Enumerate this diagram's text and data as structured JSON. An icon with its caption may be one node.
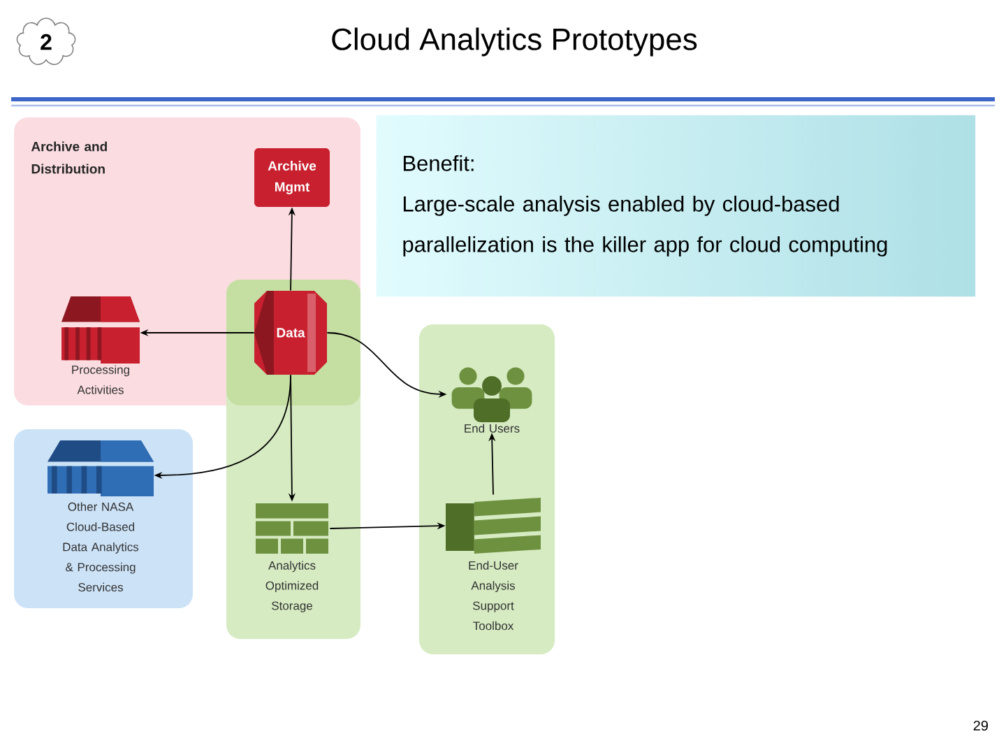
{
  "diagram": {
    "title": "Cloud Analytics Prototypes",
    "nodes": [
      {
        "text": [
          "2"
        ]
      },
      {
        "text": [
          "Archive and Distribution"
        ]
      },
      {
        "text": [
          "Archive Mgmt"
        ],
        "in": 1
      },
      {
        "text": [
          "Benefit:",
          "Large-scale analysis enabled by cloud-based parallelization is the killer app for cloud computing"
        ]
      },
      {
        "text": [],
        "shape": "box"
      },
      {
        "text": [
          "Data"
        ]
      },
      {
        "text": [
          "Processing Activities"
        ],
        "in": 1
      },
      {
        "text": [],
        "shape": "box"
      },
      {
        "text": [
          "Other NASA Cloud-Based Data Analytics & Processing Services"
        ],
        "in": 7
      },
      {
        "text": [
          "Analytics Optimized Storage"
        ],
        "in": 4
      },
      {
        "text": [],
        "shape": "box"
      },
      {
        "text": [
          "End Users"
        ],
        "in": 10
      },
      {
        "text": [
          "End-User Analysis Support Toolbox"
        ],
        "in": 10
      }
    ],
    "edges": [
      {
        "from": 5,
        "to": 2,
        "arrow": "to"
      },
      {
        "from": 5,
        "to": 6,
        "arrow": "to"
      },
      {
        "from": 5,
        "to": 8,
        "arrow": "to"
      },
      {
        "from": 5,
        "to": 9,
        "arrow": "to"
      },
      {
        "from": 5,
        "to": 11,
        "arrow": "to"
      },
      {
        "from": 9,
        "to": 12,
        "arrow": "to"
      },
      {
        "from": 12,
        "to": 11,
        "arrow": "to"
      }
    ],
    "labels": [
      "29"
    ]
  }
}
